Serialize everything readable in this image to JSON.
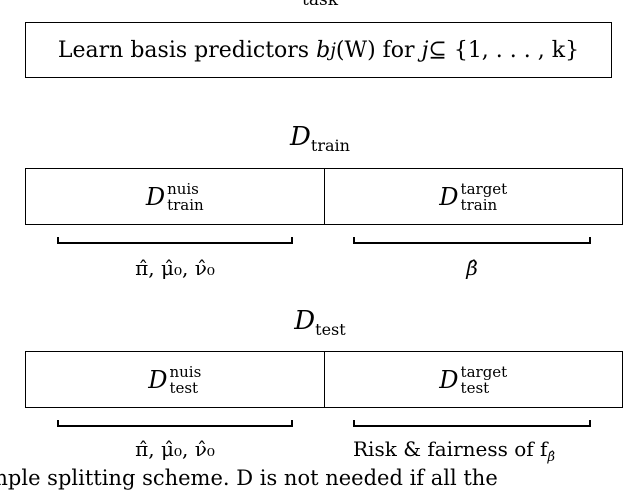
{
  "top_clipped_text": "task",
  "basis_box": {
    "text_pre": "Learn basis predictors ",
    "func": "b",
    "func_sub": "j",
    "func_arg": "(W)",
    "text_mid": " for ",
    "var": "j",
    "set": " ⊆ {1, . . . , k}"
  },
  "train": {
    "heading_symbol": "D",
    "heading_sub": "train",
    "left_sup": "nuis",
    "left_sub": "train",
    "right_sup": "target",
    "right_sub": "train",
    "left_estimates": "π̂, μ̂₀, ν̂₀",
    "right_estimate": "β̂"
  },
  "test": {
    "heading_symbol": "D",
    "heading_sub": "test",
    "left_sup": "nuis",
    "left_sub": "test",
    "right_sup": "target",
    "right_sub": "test",
    "left_estimates": "π̂, μ̂₀, ν̂₀",
    "right_label": "Risk & fairness of f",
    "right_label_sub": "β̂"
  },
  "caption_fragment": "mple splitting scheme. D        is not needed if all the"
}
